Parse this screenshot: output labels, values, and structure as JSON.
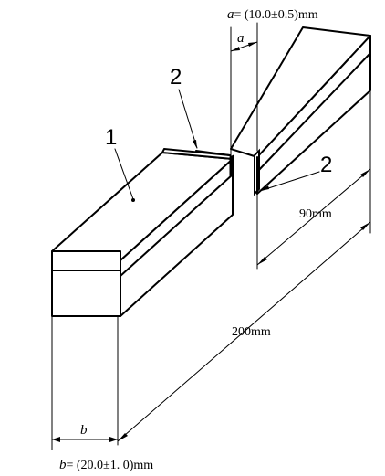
{
  "diagram": {
    "labels": {
      "part1": "1",
      "part2_top": "2",
      "part2_right": "2",
      "a_symbol": "a",
      "a_formula_var": "a",
      "a_formula_value": "= (10.0±0.5)mm",
      "b_symbol": "b",
      "b_formula_var": "b",
      "b_formula_value": "= (20.0±1. 0)mm",
      "length_200": "200mm",
      "length_90": "90mm"
    },
    "colors": {
      "line": "#000000",
      "background": "#ffffff"
    }
  }
}
